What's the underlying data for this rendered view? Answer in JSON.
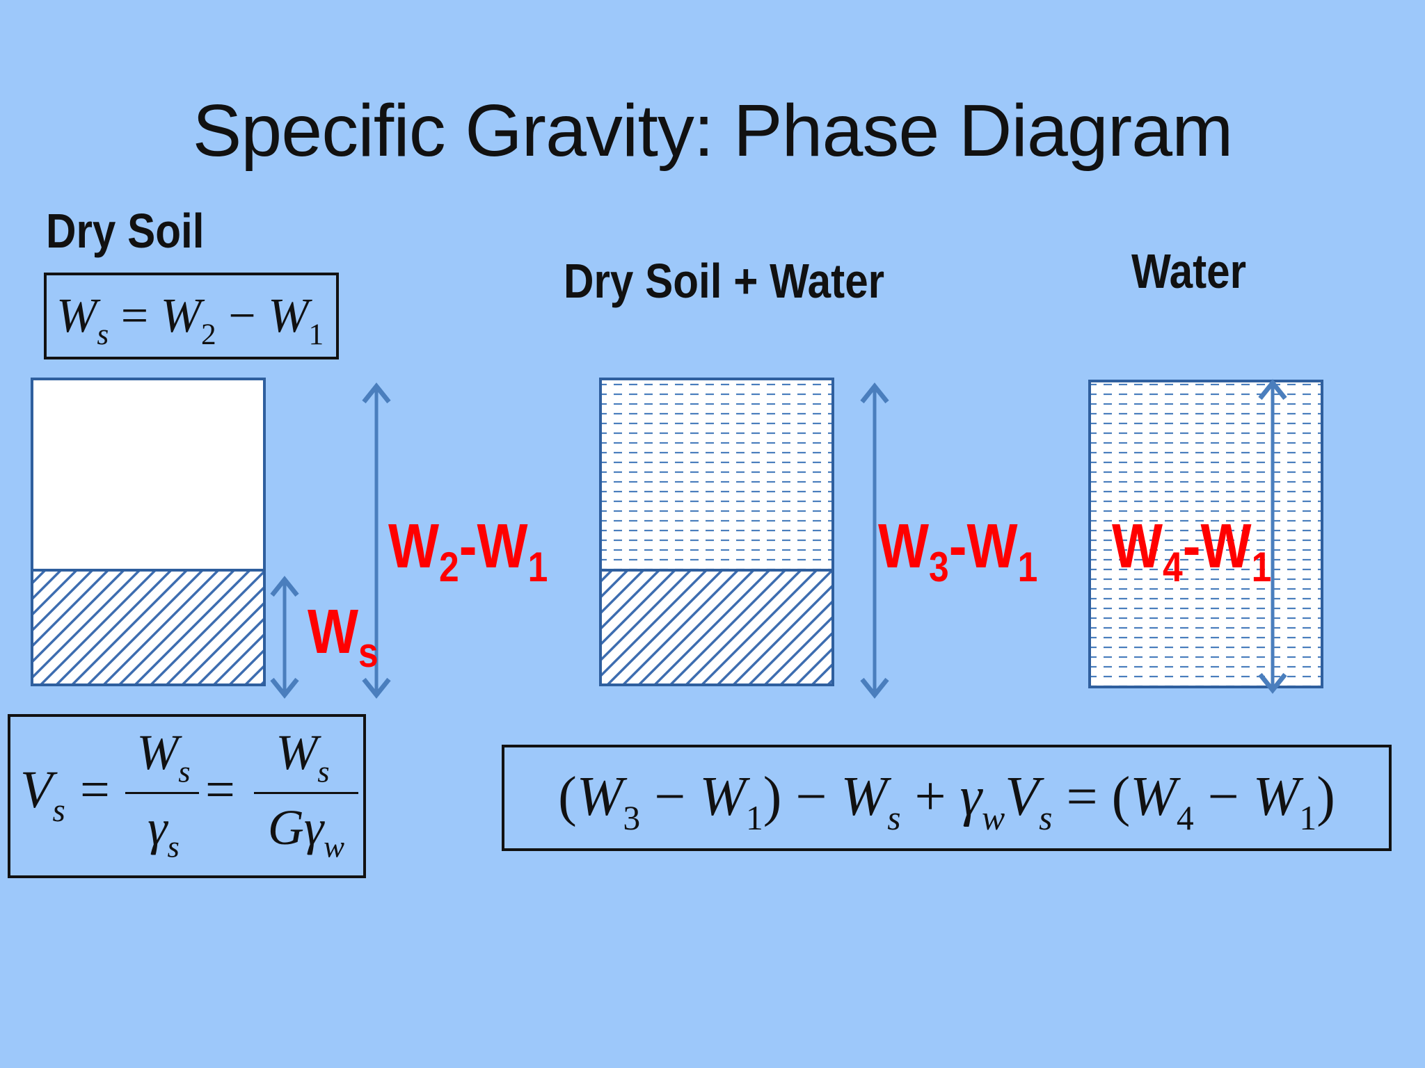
{
  "title": "Specific Gravity: Phase Diagram",
  "headings": {
    "dry_soil": "Dry Soil",
    "dry_soil_water": "Dry Soil + Water",
    "water": "Water"
  },
  "labels": {
    "w2w1": {
      "a": "W",
      "a_sub": "2",
      "sep": "-W",
      "b_sub": "1"
    },
    "w3w1": {
      "a": "W",
      "a_sub": "3",
      "sep": "-W",
      "b_sub": "1"
    },
    "w4w1": {
      "a": "W",
      "a_sub": "4",
      "sep": "-W",
      "b_sub": "1"
    },
    "ws": {
      "a": "W",
      "a_sub": "s"
    }
  },
  "equations": {
    "ws_eq": {
      "lhs": "W",
      "lhs_sub": "s",
      "eq": "=",
      "t1": "W",
      "t1_sub": "2",
      "minus": "−",
      "t2": "W",
      "t2_sub": "1"
    },
    "vs_eq": {
      "lhs": "V",
      "lhs_sub": "s",
      "eq": "=",
      "f1_num": "W",
      "f1_num_sub": "s",
      "f1_den": "γ",
      "f1_den_sub": "s",
      "f2_num": "W",
      "f2_num_sub": "s",
      "f2_den": "Gγ",
      "f2_den_sub": "w"
    },
    "main_eq": {
      "p1": "(",
      "a": "W",
      "a_sub": "3",
      "m1": "−",
      "b": "W",
      "b_sub": "1",
      "p2": ")",
      "m2": "−",
      "c": "W",
      "c_sub": "s",
      "plus": "+",
      "g": "γ",
      "g_sub": "w",
      "v": "V",
      "v_sub": "s",
      "eq": "=",
      "p3": "(",
      "d": "W",
      "d_sub": "4",
      "m3": "−",
      "e": "W",
      "e_sub": "1",
      "p4": ")"
    }
  },
  "colors": {
    "background": "#9dc8fa",
    "box_border": "#2f5f9e",
    "arrow": "#4a7ebd",
    "label_red": "#ff0000",
    "hatch": "#3d6db0"
  }
}
